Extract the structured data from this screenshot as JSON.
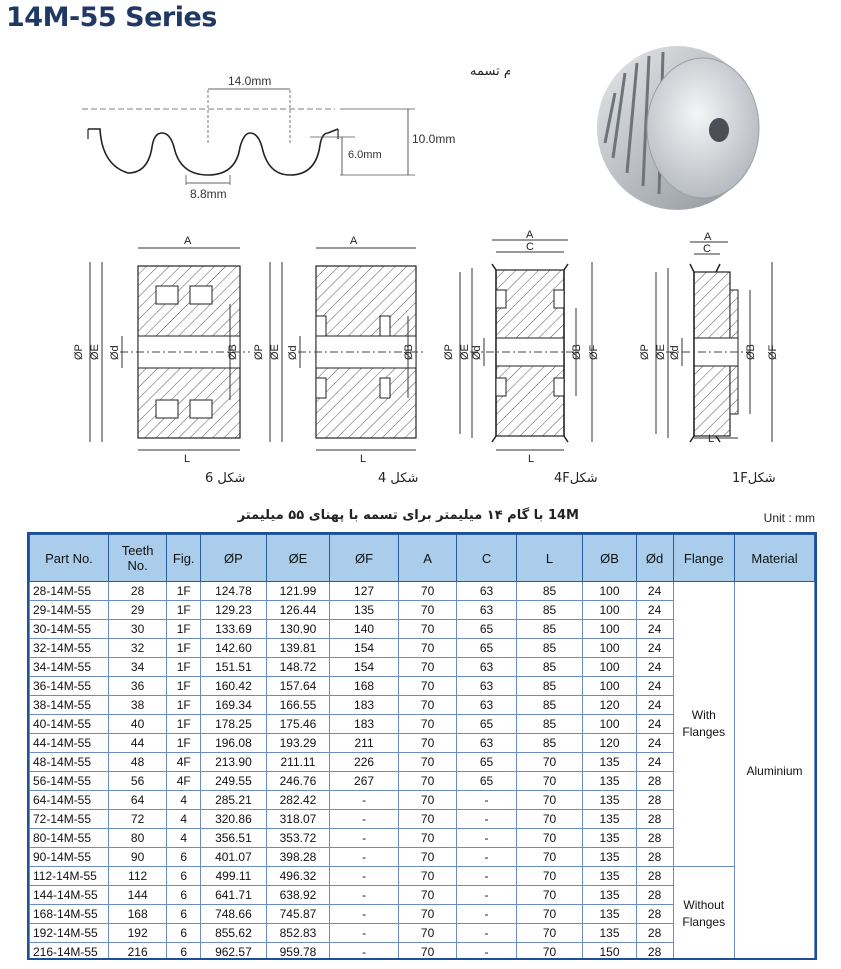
{
  "title": "14M-55 Series",
  "belt_profile": {
    "label_fa": "فرم تسمه",
    "pitch": "14.0mm",
    "tooth_depth": "6.0mm",
    "total_height": "10.0mm",
    "tooth_width": "8.8mm"
  },
  "diagram_labels": {
    "A": "A",
    "C": "C",
    "L": "L",
    "P": "ØP",
    "E": "ØE",
    "d": "Ød",
    "B": "ØB",
    "F": "ØF"
  },
  "figures": [
    {
      "caption": "شکل 6"
    },
    {
      "caption": "شکل 4"
    },
    {
      "caption": "شکل4F"
    },
    {
      "caption": "شکل1F"
    }
  ],
  "table_caption": "14M با گام ۱۴ میلیمتر برای تسمه با پهنای ۵۵ میلیمتر",
  "unit": "Unit : mm",
  "table": {
    "headers": [
      "Part No.",
      "Teeth No.",
      "Fig.",
      "ØP",
      "ØE",
      "ØF",
      "A",
      "C",
      "L",
      "ØB",
      "Ød",
      "Flange",
      "Material"
    ],
    "rows": [
      [
        "28-14M-55",
        "28",
        "1F",
        "124.78",
        "121.99",
        "127",
        "70",
        "63",
        "85",
        "100",
        "24"
      ],
      [
        "29-14M-55",
        "29",
        "1F",
        "129.23",
        "126.44",
        "135",
        "70",
        "63",
        "85",
        "100",
        "24"
      ],
      [
        "30-14M-55",
        "30",
        "1F",
        "133.69",
        "130.90",
        "140",
        "70",
        "65",
        "85",
        "100",
        "24"
      ],
      [
        "32-14M-55",
        "32",
        "1F",
        "142.60",
        "139.81",
        "154",
        "70",
        "65",
        "85",
        "100",
        "24"
      ],
      [
        "34-14M-55",
        "34",
        "1F",
        "151.51",
        "148.72",
        "154",
        "70",
        "63",
        "85",
        "100",
        "24"
      ],
      [
        "36-14M-55",
        "36",
        "1F",
        "160.42",
        "157.64",
        "168",
        "70",
        "63",
        "85",
        "100",
        "24"
      ],
      [
        "38-14M-55",
        "38",
        "1F",
        "169.34",
        "166.55",
        "183",
        "70",
        "63",
        "85",
        "120",
        "24"
      ],
      [
        "40-14M-55",
        "40",
        "1F",
        "178.25",
        "175.46",
        "183",
        "70",
        "65",
        "85",
        "100",
        "24"
      ],
      [
        "44-14M-55",
        "44",
        "1F",
        "196.08",
        "193.29",
        "211",
        "70",
        "63",
        "85",
        "120",
        "24"
      ],
      [
        "48-14M-55",
        "48",
        "4F",
        "213.90",
        "211.11",
        "226",
        "70",
        "65",
        "70",
        "135",
        "24"
      ],
      [
        "56-14M-55",
        "56",
        "4F",
        "249.55",
        "246.76",
        "267",
        "70",
        "65",
        "70",
        "135",
        "28"
      ],
      [
        "64-14M-55",
        "64",
        "4",
        "285.21",
        "282.42",
        "-",
        "70",
        "-",
        "70",
        "135",
        "28"
      ],
      [
        "72-14M-55",
        "72",
        "4",
        "320.86",
        "318.07",
        "-",
        "70",
        "-",
        "70",
        "135",
        "28"
      ],
      [
        "80-14M-55",
        "80",
        "4",
        "356.51",
        "353.72",
        "-",
        "70",
        "-",
        "70",
        "135",
        "28"
      ],
      [
        "90-14M-55",
        "90",
        "6",
        "401.07",
        "398.28",
        "-",
        "70",
        "-",
        "70",
        "135",
        "28"
      ],
      [
        "112-14M-55",
        "112",
        "6",
        "499.11",
        "496.32",
        "-",
        "70",
        "-",
        "70",
        "135",
        "28"
      ],
      [
        "144-14M-55",
        "144",
        "6",
        "641.71",
        "638.92",
        "-",
        "70",
        "-",
        "70",
        "135",
        "28"
      ],
      [
        "168-14M-55",
        "168",
        "6",
        "748.66",
        "745.87",
        "-",
        "70",
        "-",
        "70",
        "135",
        "28"
      ],
      [
        "192-14M-55",
        "192",
        "6",
        "855.62",
        "852.83",
        "-",
        "70",
        "-",
        "70",
        "135",
        "28"
      ],
      [
        "216-14M-55",
        "216",
        "6",
        "962.57",
        "959.78",
        "-",
        "70",
        "-",
        "70",
        "150",
        "28"
      ]
    ],
    "flange_groups": [
      {
        "label_line1": "With",
        "label_line2": "Flanges",
        "rows": 15
      },
      {
        "label_line1": "Without",
        "label_line2": "Flanges",
        "rows": 5
      }
    ],
    "material": "Aluminium",
    "colors": {
      "header_bg": "#a9cdea",
      "border": "#1f4e9a",
      "title": "#1f3864"
    }
  }
}
